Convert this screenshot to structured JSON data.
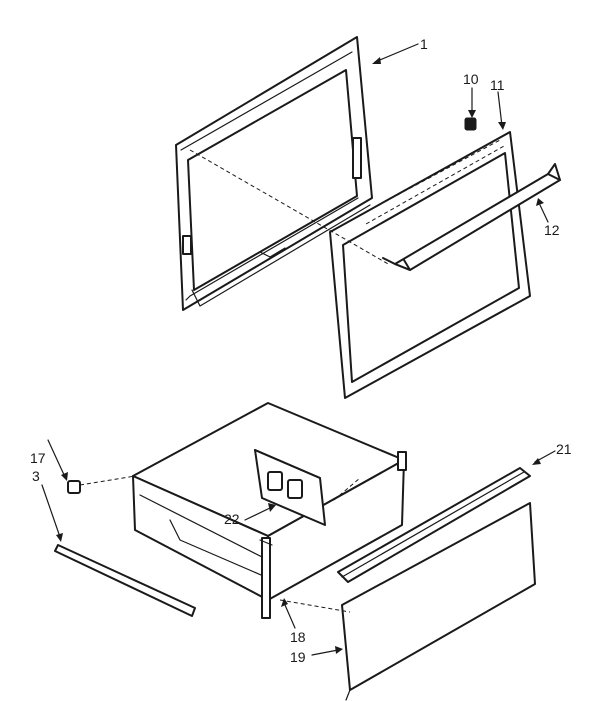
{
  "callouts": {
    "c1": "1",
    "c10": "10",
    "c11": "11",
    "c12": "12",
    "c17": "17",
    "c3": "3",
    "c21": "21",
    "c22": "22",
    "c18": "18",
    "c19": "19"
  }
}
